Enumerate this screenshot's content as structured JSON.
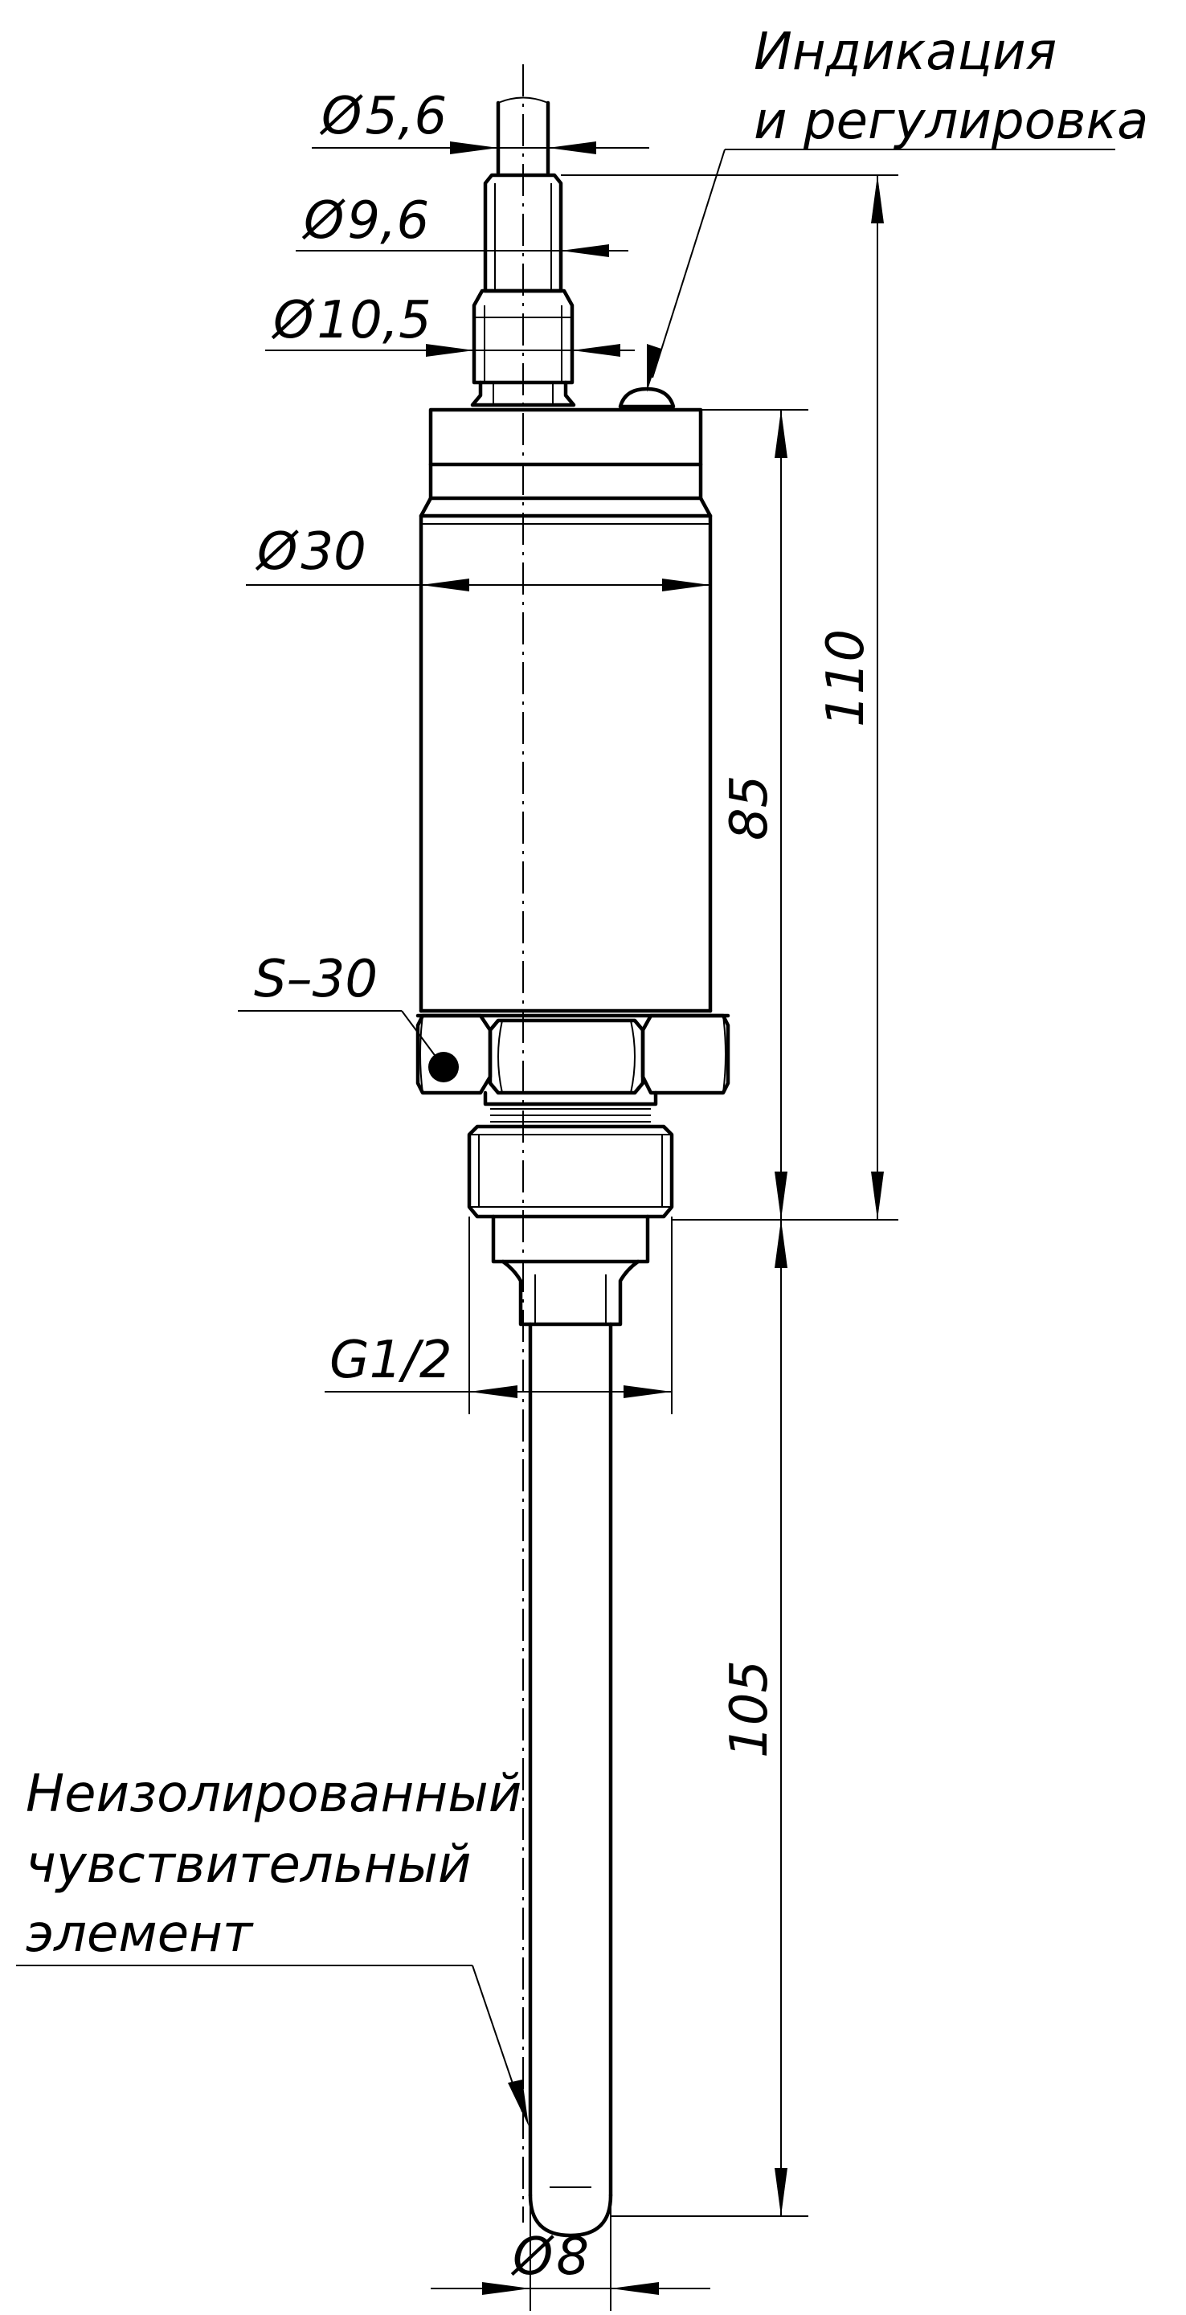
{
  "diameters": {
    "d_cable": "5,6",
    "d_gland": "9,6",
    "d_fitting": "10,5",
    "d_body": "30",
    "d_probe": "8"
  },
  "lengths": {
    "total_housing": "110",
    "body": "85",
    "probe": "105"
  },
  "thread": "G1/2",
  "wrench": "S–30",
  "symbols": {
    "diameter": "Ø"
  },
  "annotations": {
    "indication_line1": "Индикация",
    "indication_line2": "и регулировка",
    "sensor_line1": "Неизолированный",
    "sensor_line2": "чувствительный",
    "sensor_line3": "элемент"
  }
}
